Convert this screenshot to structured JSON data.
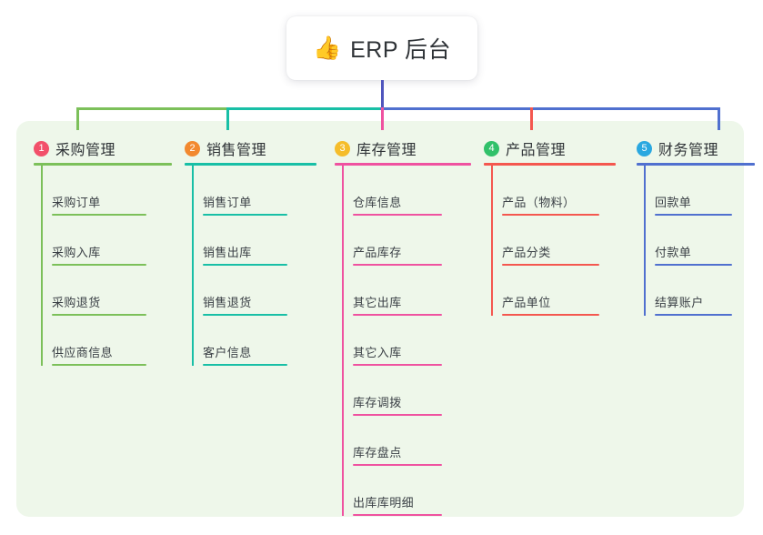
{
  "title": {
    "emoji": "👍",
    "emoji_name": "thumbs-up-icon",
    "text": "ERP 后台"
  },
  "palette": {
    "panel_bg": "#eef7ea",
    "page_bg": "#ffffff",
    "root_connector": "#4f55bd",
    "text": "#2f3337"
  },
  "columns": [
    {
      "badge": "1",
      "badge_color": "#f2506a",
      "line_color": "#7cc05a",
      "title": "采购管理",
      "items": [
        "采购订单",
        "采购入库",
        "采购退货",
        "供应商信息"
      ]
    },
    {
      "badge": "2",
      "badge_color": "#f2892f",
      "line_color": "#18bfa6",
      "title": "销售管理",
      "items": [
        "销售订单",
        "销售出库",
        "销售退货",
        "客户信息"
      ]
    },
    {
      "badge": "3",
      "badge_color": "#f5bd2b",
      "line_color": "#ef52a0",
      "title": "库存管理",
      "items": [
        "仓库信息",
        "产品库存",
        "其它出库",
        "其它入库",
        "库存调拨",
        "库存盘点",
        "出库库明细"
      ]
    },
    {
      "badge": "4",
      "badge_color": "#31c16a",
      "line_color": "#f4574f",
      "title": "产品管理",
      "items": [
        "产品（物料）",
        "产品分类",
        "产品单位"
      ]
    },
    {
      "badge": "5",
      "badge_color": "#2aa8e0",
      "line_color": "#5070cf",
      "title": "财务管理",
      "items": [
        "回款单",
        "付款单",
        "结算账户"
      ]
    }
  ],
  "connectors": {
    "root_drop_color": "#4f55bd",
    "bar_segments": [
      {
        "color": "#7cc05a",
        "from": 84,
        "to": 251
      },
      {
        "color": "#18bfa6",
        "from": 249,
        "to": 420
      },
      {
        "color": "#5070cf",
        "from": 418,
        "to": 791
      }
    ]
  }
}
